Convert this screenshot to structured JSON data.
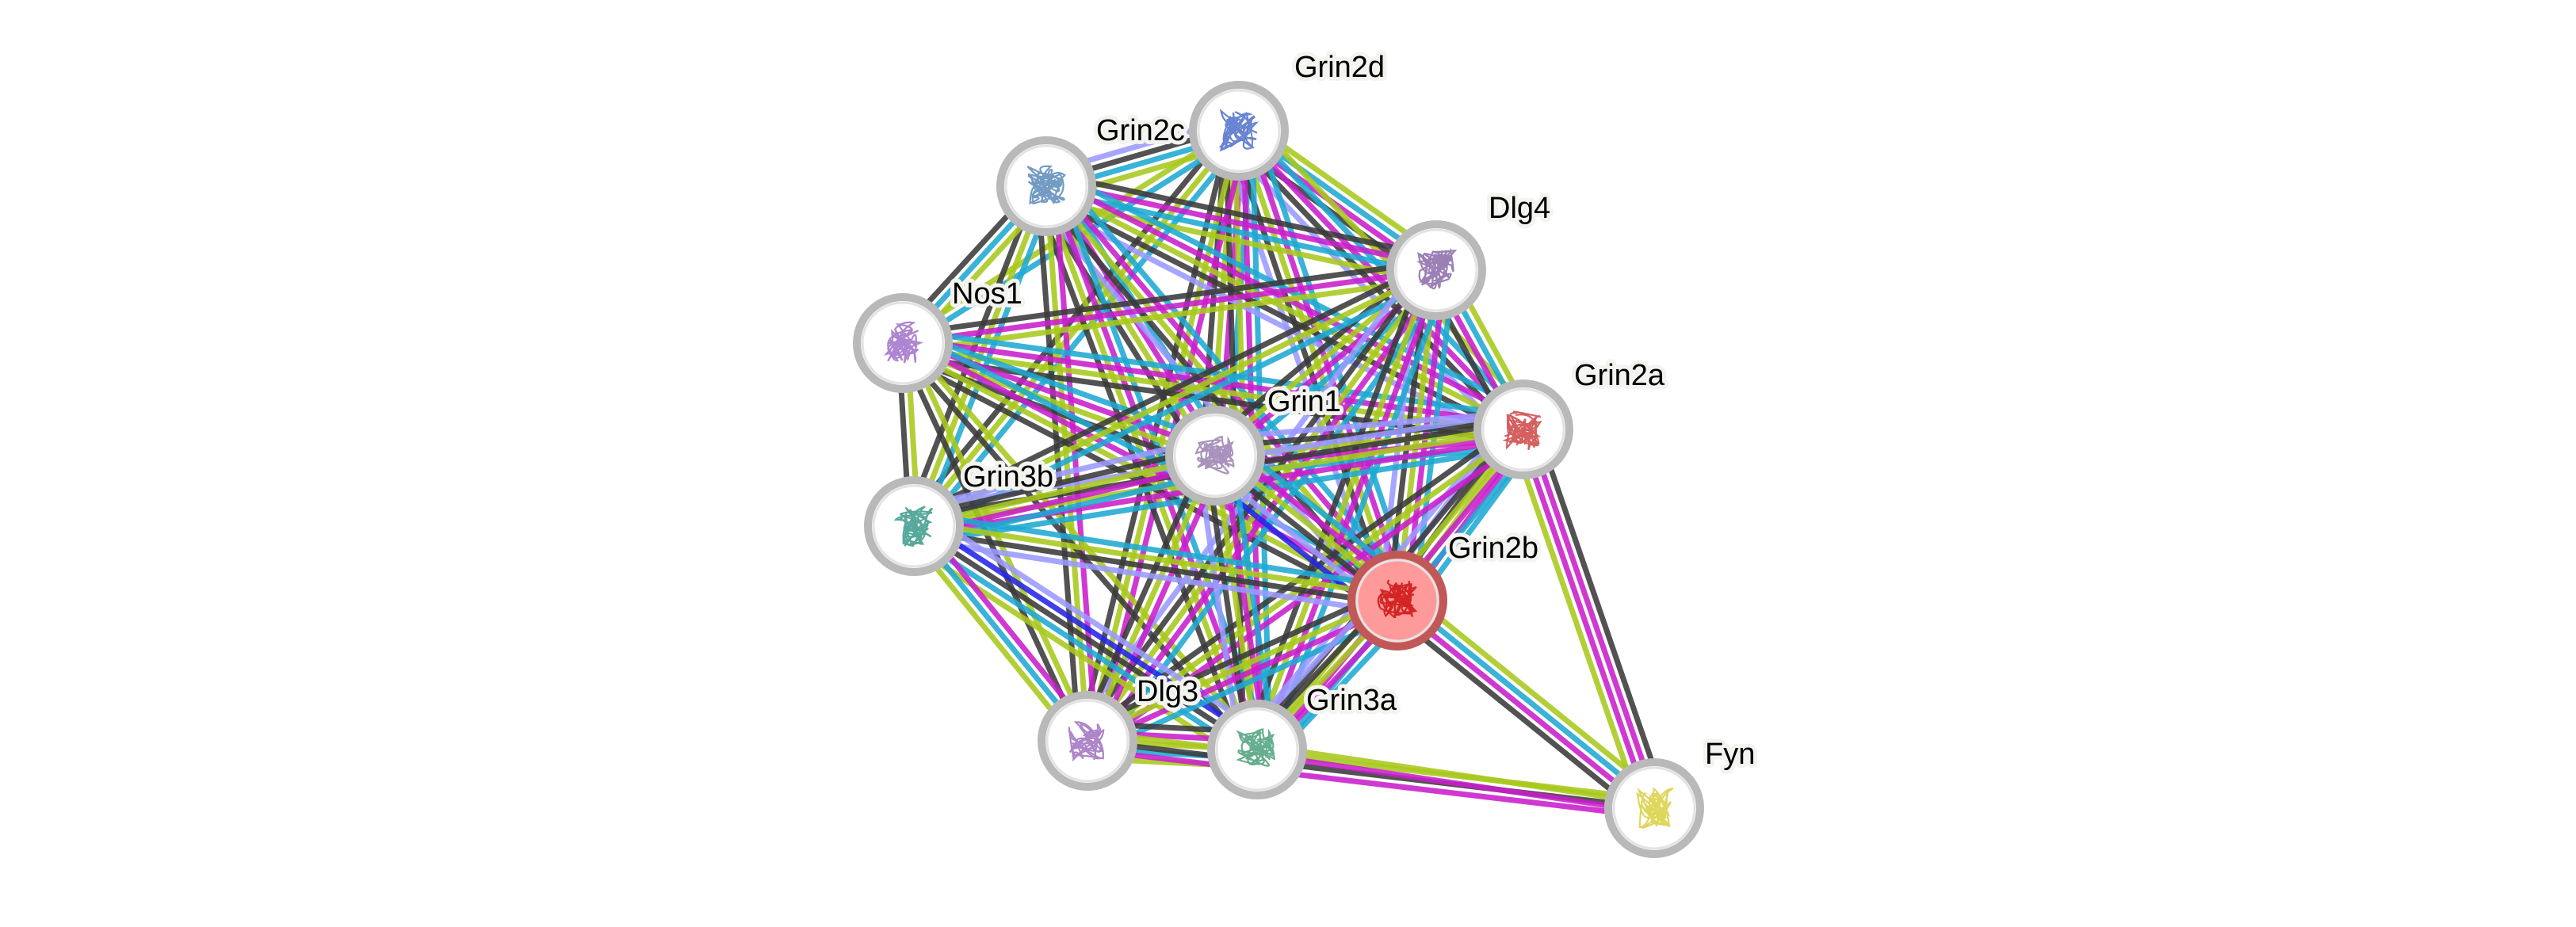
{
  "diagram": {
    "type": "protein-interaction-network",
    "query_node": "Grin2b",
    "edge_colors": {
      "known_curated": "#1ea9d1",
      "known_experimental": "#c81ecb",
      "predicted_neighborhood": "#2424e6",
      "predicted_gene_fusion": "#e02020",
      "predicted_cooccurrence": "#2424e6",
      "textmining": "#a8c81c",
      "coexpression": "#3a3a3a",
      "homology": "#9a9aff"
    },
    "nodes": [
      {
        "id": "Grin2d",
        "label": "Grin2d",
        "glyph_color": "#4f6fc8",
        "query": false
      },
      {
        "id": "Grin2c",
        "label": "Grin2c",
        "glyph_color": "#5a8ab8",
        "query": false
      },
      {
        "id": "Dlg4",
        "label": "Dlg4",
        "glyph_color": "#8a6aa8",
        "query": false
      },
      {
        "id": "Nos1",
        "label": "Nos1",
        "glyph_color": "#a070c8",
        "query": false
      },
      {
        "id": "Grin2a",
        "label": "Grin2a",
        "glyph_color": "#cc4444",
        "query": false
      },
      {
        "id": "Grin1",
        "label": "Grin1",
        "glyph_color": "#9a80b0",
        "query": false
      },
      {
        "id": "Grin3b",
        "label": "Grin3b",
        "glyph_color": "#3a9a8a",
        "query": false
      },
      {
        "id": "Grin2b",
        "label": "Grin2b",
        "glyph_color": "#cc1111",
        "query": true
      },
      {
        "id": "Dlg3",
        "label": "Dlg3",
        "glyph_color": "#a070c0",
        "query": false
      },
      {
        "id": "Grin3a",
        "label": "Grin3a",
        "glyph_color": "#4aa07a",
        "query": false
      },
      {
        "id": "Fyn",
        "label": "Fyn",
        "glyph_color": "#d8d040",
        "query": false
      }
    ],
    "edges": [
      {
        "source": "Grin2c",
        "target": "Grin2d",
        "evidence": [
          "homology",
          "coexpression",
          "known_curated",
          "textmining"
        ]
      },
      {
        "source": "Grin2d",
        "target": "Dlg4",
        "evidence": [
          "textmining",
          "known_curated",
          "known_experimental",
          "coexpression"
        ]
      },
      {
        "source": "Grin2d",
        "target": "Grin2a",
        "evidence": [
          "textmining",
          "known_curated",
          "known_experimental",
          "coexpression",
          "homology"
        ]
      },
      {
        "source": "Grin2d",
        "target": "Grin1",
        "evidence": [
          "known_curated",
          "known_experimental",
          "textmining",
          "coexpression"
        ]
      },
      {
        "source": "Grin2d",
        "target": "Grin2b",
        "evidence": [
          "known_curated",
          "known_experimental",
          "textmining",
          "coexpression",
          "homology"
        ]
      },
      {
        "source": "Grin2d",
        "target": "Grin3a",
        "evidence": [
          "known_curated",
          "known_experimental",
          "textmining",
          "coexpression"
        ]
      },
      {
        "source": "Grin2d",
        "target": "Grin3b",
        "evidence": [
          "known_curated",
          "textmining",
          "coexpression"
        ]
      },
      {
        "source": "Grin2d",
        "target": "Dlg3",
        "evidence": [
          "known_experimental",
          "textmining",
          "coexpression"
        ]
      },
      {
        "source": "Grin2d",
        "target": "Nos1",
        "evidence": [
          "known_curated",
          "textmining"
        ]
      },
      {
        "source": "Grin2c",
        "target": "Dlg4",
        "evidence": [
          "coexpression",
          "known_experimental",
          "known_curated",
          "textmining"
        ]
      },
      {
        "source": "Grin2c",
        "target": "Grin2a",
        "evidence": [
          "known_curated",
          "known_experimental",
          "textmining",
          "coexpression",
          "homology"
        ]
      },
      {
        "source": "Grin2c",
        "target": "Grin1",
        "evidence": [
          "known_curated",
          "known_experimental",
          "textmining",
          "coexpression"
        ]
      },
      {
        "source": "Grin2c",
        "target": "Grin2b",
        "evidence": [
          "known_curated",
          "known_experimental",
          "textmining",
          "coexpression",
          "homology"
        ]
      },
      {
        "source": "Grin2c",
        "target": "Grin3a",
        "evidence": [
          "known_curated",
          "known_experimental",
          "textmining",
          "coexpression"
        ]
      },
      {
        "source": "Grin2c",
        "target": "Grin3b",
        "evidence": [
          "known_curated",
          "textmining",
          "coexpression"
        ]
      },
      {
        "source": "Grin2c",
        "target": "Dlg3",
        "evidence": [
          "known_experimental",
          "textmining",
          "coexpression"
        ]
      },
      {
        "source": "Grin2c",
        "target": "Nos1",
        "evidence": [
          "textmining",
          "known_curated",
          "coexpression"
        ]
      },
      {
        "source": "Nos1",
        "target": "Dlg4",
        "evidence": [
          "coexpression",
          "known_experimental",
          "textmining"
        ]
      },
      {
        "source": "Nos1",
        "target": "Grin2a",
        "evidence": [
          "known_curated",
          "known_experimental",
          "textmining",
          "coexpression"
        ]
      },
      {
        "source": "Nos1",
        "target": "Grin1",
        "evidence": [
          "known_curated",
          "known_experimental",
          "textmining",
          "coexpression"
        ]
      },
      {
        "source": "Nos1",
        "target": "Grin2b",
        "evidence": [
          "known_curated",
          "known_experimental",
          "textmining",
          "coexpression"
        ]
      },
      {
        "source": "Nos1",
        "target": "Grin3b",
        "evidence": [
          "textmining",
          "coexpression"
        ]
      },
      {
        "source": "Nos1",
        "target": "Dlg3",
        "evidence": [
          "textmining",
          "coexpression"
        ]
      },
      {
        "source": "Nos1",
        "target": "Grin3a",
        "evidence": [
          "textmining",
          "coexpression"
        ]
      },
      {
        "source": "Dlg4",
        "target": "Grin2a",
        "evidence": [
          "textmining",
          "known_curated",
          "known_experimental",
          "coexpression"
        ]
      },
      {
        "source": "Dlg4",
        "target": "Grin1",
        "evidence": [
          "known_curated",
          "known_experimental",
          "textmining",
          "coexpression"
        ]
      },
      {
        "source": "Dlg4",
        "target": "Grin2b",
        "evidence": [
          "known_curated",
          "known_experimental",
          "textmining",
          "coexpression",
          "homology"
        ]
      },
      {
        "source": "Dlg4",
        "target": "Grin3b",
        "evidence": [
          "known_curated",
          "textmining",
          "coexpression"
        ]
      },
      {
        "source": "Dlg4",
        "target": "Dlg3",
        "evidence": [
          "known_curated",
          "known_experimental",
          "textmining",
          "coexpression",
          "homology"
        ]
      },
      {
        "source": "Dlg4",
        "target": "Grin3a",
        "evidence": [
          "known_curated",
          "known_experimental",
          "textmining",
          "coexpression"
        ]
      },
      {
        "source": "Grin2a",
        "target": "Grin1",
        "evidence": [
          "known_curated",
          "known_experimental",
          "textmining",
          "coexpression",
          "homology"
        ]
      },
      {
        "source": "Grin2a",
        "target": "Grin2b",
        "evidence": [
          "known_curated",
          "known_experimental",
          "textmining",
          "coexpression",
          "homology"
        ]
      },
      {
        "source": "Grin2a",
        "target": "Grin3b",
        "evidence": [
          "known_curated",
          "known_experimental",
          "textmining",
          "coexpression",
          "homology"
        ]
      },
      {
        "source": "Grin2a",
        "target": "Grin3a",
        "evidence": [
          "known_curated",
          "known_experimental",
          "textmining",
          "coexpression",
          "homology"
        ]
      },
      {
        "source": "Grin2a",
        "target": "Dlg3",
        "evidence": [
          "known_experimental",
          "textmining",
          "coexpression"
        ]
      },
      {
        "source": "Grin2a",
        "target": "Fyn",
        "evidence": [
          "coexpression",
          "known_experimental",
          "known_experimental",
          "textmining"
        ]
      },
      {
        "source": "Grin1",
        "target": "Grin2b",
        "evidence": [
          "known_curated",
          "known_experimental",
          "textmining",
          "coexpression",
          "homology",
          "predicted_neighborhood"
        ]
      },
      {
        "source": "Grin1",
        "target": "Grin3b",
        "evidence": [
          "known_curated",
          "known_experimental",
          "textmining",
          "coexpression",
          "homology"
        ]
      },
      {
        "source": "Grin1",
        "target": "Grin3a",
        "evidence": [
          "known_curated",
          "known_experimental",
          "textmining",
          "coexpression",
          "homology"
        ]
      },
      {
        "source": "Grin1",
        "target": "Dlg3",
        "evidence": [
          "known_experimental",
          "textmining",
          "coexpression"
        ]
      },
      {
        "source": "Grin3b",
        "target": "Grin2b",
        "evidence": [
          "known_curated",
          "textmining",
          "coexpression",
          "homology"
        ]
      },
      {
        "source": "Grin3b",
        "target": "Grin3a",
        "evidence": [
          "homology",
          "predicted_neighborhood",
          "coexpression",
          "known_curated",
          "textmining"
        ]
      },
      {
        "source": "Grin3b",
        "target": "Dlg3",
        "evidence": [
          "known_experimental",
          "known_curated",
          "textmining"
        ]
      },
      {
        "source": "Grin2b",
        "target": "Dlg3",
        "evidence": [
          "known_curated",
          "known_experimental",
          "textmining",
          "coexpression"
        ]
      },
      {
        "source": "Grin2b",
        "target": "Grin3a",
        "evidence": [
          "known_curated",
          "known_experimental",
          "textmining",
          "coexpression",
          "homology"
        ]
      },
      {
        "source": "Grin2b",
        "target": "Fyn",
        "evidence": [
          "textmining",
          "known_curated",
          "known_experimental",
          "coexpression"
        ]
      },
      {
        "source": "Dlg3",
        "target": "Grin3a",
        "evidence": [
          "coexpression",
          "known_experimental",
          "textmining",
          "known_curated",
          "textmining"
        ]
      },
      {
        "source": "Dlg3",
        "target": "Fyn",
        "evidence": [
          "textmining",
          "coexpression",
          "known_experimental"
        ]
      },
      {
        "source": "Grin3a",
        "target": "Fyn",
        "evidence": [
          "textmining",
          "known_experimental"
        ]
      }
    ]
  }
}
